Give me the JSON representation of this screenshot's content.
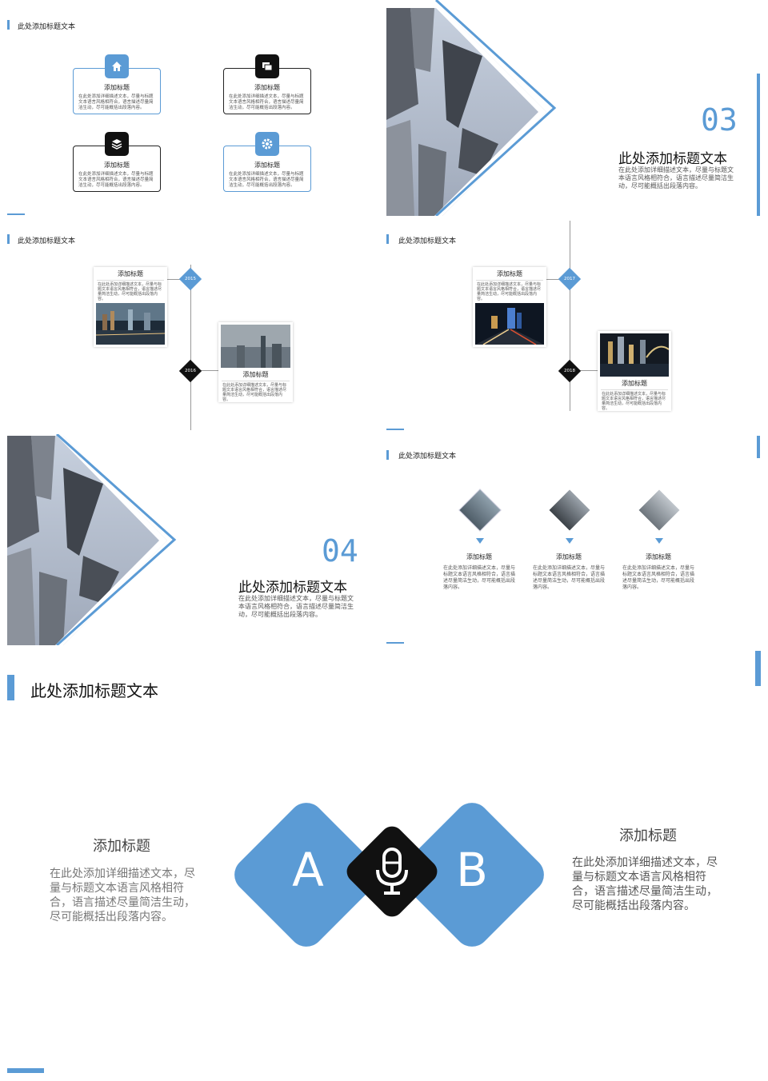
{
  "colors": {
    "accent": "#5b9bd5",
    "dark": "#111111"
  },
  "slide1": {
    "title": "此处添加标题文本",
    "cards": [
      {
        "title": "添加标题",
        "desc": "在此处添加详细描述文本，尽量与标题文本语言风格相符合，语言描述尽量简洁生动，尽可能概括出段落内容。",
        "icon": "home-icon"
      },
      {
        "title": "添加标题",
        "desc": "在此处添加详细描述文本，尽量与标题文本语言风格相符合，语言描述尽量简洁生动，尽可能概括出段落内容。",
        "icon": "chat-icon"
      },
      {
        "title": "添加标题",
        "desc": "在此处添加详细描述文本，尽量与标题文本语言风格相符合，语言描述尽量简洁生动，尽可能概括出段落内容。",
        "icon": "layers-icon"
      },
      {
        "title": "添加标题",
        "desc": "在此处添加详细描述文本，尽量与标题文本语言风格相符合，语言描述尽量简洁生动，尽可能概括出段落内容。",
        "icon": "gear-icon"
      }
    ]
  },
  "slide2": {
    "number": "03",
    "title": "此处添加标题文本",
    "desc": "在此处添加详细描述文本，尽量与标题文本语言风格相符合，语言描述尽量简洁生动，尽可能概括出段落内容。"
  },
  "slide3": {
    "title": "此处添加标题文本",
    "items": [
      {
        "year": "2015",
        "title": "添加标题",
        "desc": "在此处添加详细描述文本，尽量与标题文本语言风格相符合，语言描述尽量简洁生动，尽可能概括出段落内容。"
      },
      {
        "year": "2016",
        "title": "添加标题",
        "desc": "在此处添加详细描述文本，尽量与标题文本语言风格相符合，语言描述尽量简洁生动，尽可能概括出段落内容。"
      }
    ]
  },
  "slide4": {
    "title": "此处添加标题文本",
    "items": [
      {
        "year": "2017",
        "title": "添加标题",
        "desc": "在此处添加详细描述文本，尽量与标题文本语言风格相符合，语言描述尽量简洁生动，尽可能概括出段落内容。"
      },
      {
        "year": "2018",
        "title": "添加标题",
        "desc": "在此处添加详细描述文本，尽量与标题文本语言风格相符合，语言描述尽量简洁生动，尽可能概括出段落内容。"
      }
    ]
  },
  "slide5": {
    "number": "04",
    "title": "此处添加标题文本",
    "desc": "在此处添加详细描述文本，尽量与标题文本语言风格相符合，语言描述尽量简洁生动，尽可能概括出段落内容。"
  },
  "slide6": {
    "title": "此处添加标题文本",
    "items": [
      {
        "title": "添加标题",
        "desc": "在此处添加详细描述文本，尽量与标题文本语言风格相符合，语言描述尽量简洁生动，尽可能概括出段落内容。"
      },
      {
        "title": "添加标题",
        "desc": "在此处添加详细描述文本，尽量与标题文本语言风格相符合，语言描述尽量简洁生动，尽可能概括出段落内容。"
      },
      {
        "title": "添加标题",
        "desc": "在此处添加详细描述文本，尽量与标题文本语言风格相符合，语言描述尽量简洁生动，尽可能概括出段落内容。"
      }
    ]
  },
  "slide7": {
    "title": "此处添加标题文本",
    "left": {
      "title": "添加标题",
      "desc": "在此处添加详细描述文本，尽量与标题文本语言风格相符合，语言描述尽量简洁生动，尽可能概括出段落内容。"
    },
    "right": {
      "title": "添加标题",
      "desc": "在此处添加详细描述文本，尽量与标题文本语言风格相符合，语言描述尽量简洁生动，尽可能概括出段落内容。"
    },
    "letter_a": "A",
    "letter_b": "B",
    "center_icon": "microphone-icon"
  }
}
